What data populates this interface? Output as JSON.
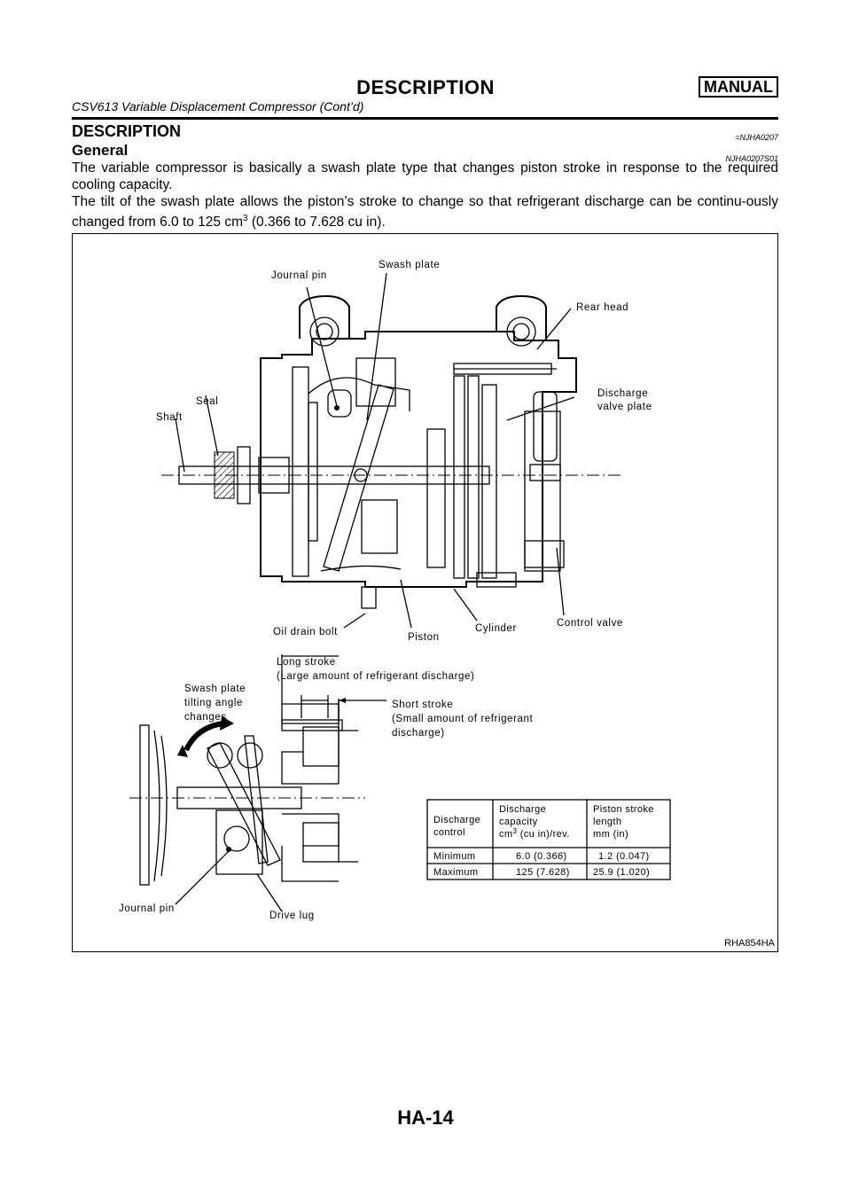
{
  "header": {
    "title": "DESCRIPTION",
    "badge": "MANUAL",
    "subtitle": "CSV613 Variable Displacement Compressor (Cont’d)"
  },
  "section": {
    "title": "DESCRIPTION",
    "code": "=NJHA0207"
  },
  "subsection": {
    "title": "General",
    "code": "NJHA0207S01"
  },
  "paragraphs": {
    "p1": "The variable compressor is basically a swash plate type that changes piston stroke in response to the required cooling capacity.",
    "p2_main": "The tilt of the swash plate allows the piston’s stroke to change so that refrigerant discharge can be continu-ously changed from 6.0 to 125 cm",
    "p2_sup": "3",
    "p2_tail": " (0.366 to 7.628 cu in)."
  },
  "figure": {
    "id": "RHA854HA",
    "labels": {
      "journal_pin_top": "Journal pin",
      "swash_plate_top": "Swash plate",
      "rear_head": "Rear head",
      "discharge_valve_1": "Discharge",
      "discharge_valve_2": "valve plate",
      "seal": "Seal",
      "shaft": "Shaft",
      "oil_drain_bolt": "Oil drain bolt",
      "piston": "Piston",
      "cylinder": "Cylinder",
      "control_valve": "Control valve",
      "long_stroke_1": "Long stroke",
      "long_stroke_2": "(Large amount of refrigerant discharge)",
      "swash_tilt_1": "Swash plate",
      "swash_tilt_2": "tilting angle",
      "swash_tilt_3": "changes",
      "short_stroke_1": "Short stroke",
      "short_stroke_2": "(Small amount of refrigerant",
      "short_stroke_3": "discharge)",
      "journal_pin_bottom": "Journal pin",
      "drive_lug": "Drive lug"
    },
    "table": {
      "header": {
        "c1_l1": "Discharge",
        "c1_l2": "control",
        "c2_l1": "Discharge",
        "c2_l2": "capacity",
        "c2_l3a": "cm",
        "c2_l3sup": "3",
        "c2_l3b": " (cu in)/rev.",
        "c3_l1": "Piston stroke",
        "c3_l2": "length",
        "c3_l3": "mm (in)"
      },
      "rows": [
        {
          "control": "Minimum",
          "capacity": "6.0 (0.366)",
          "stroke": "1.2 (0.047)"
        },
        {
          "control": "Maximum",
          "capacity": "125 (7.628)",
          "stroke": "25.9 (1.020)"
        }
      ]
    }
  },
  "footer": {
    "page": "HA-14"
  }
}
